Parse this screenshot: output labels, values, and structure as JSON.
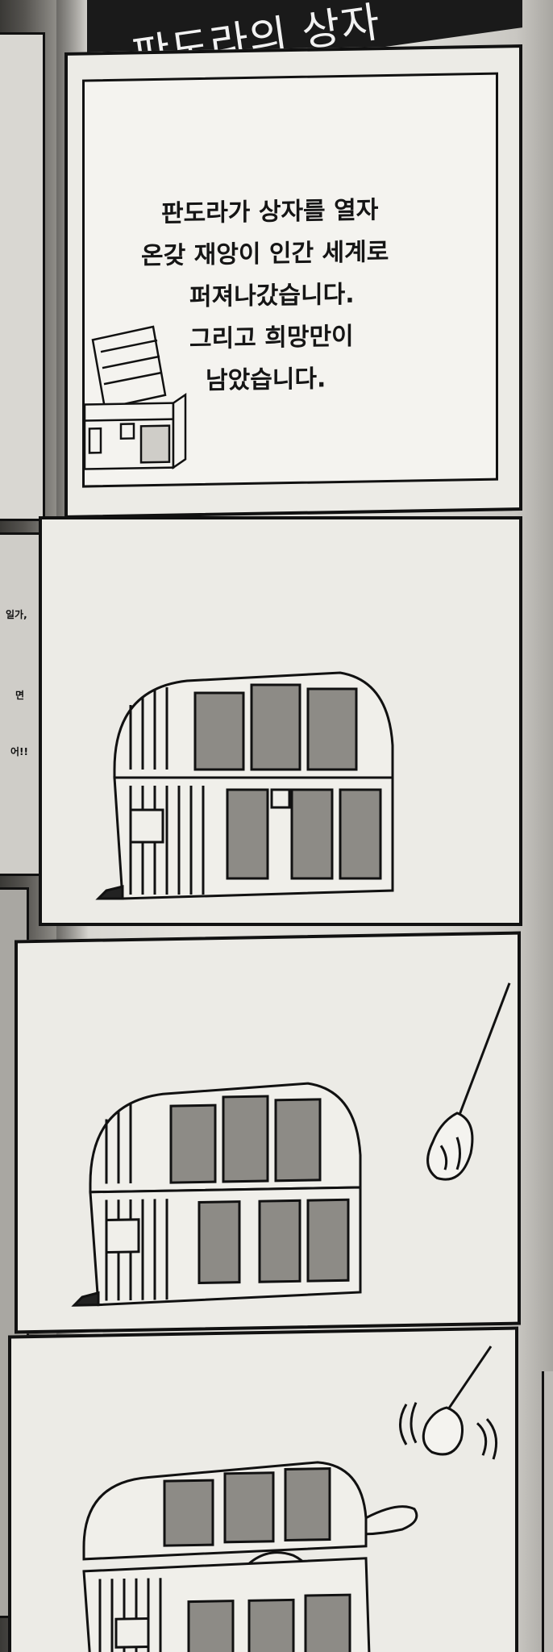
{
  "title": "판도라의 상자",
  "narration": {
    "lines": [
      "판도라가 상자를 열자",
      "온갖 재앙이 인간 세계로",
      "퍼져나갔습니다.",
      "그리고 희망만이",
      "남았습니다."
    ]
  },
  "left_page_fragments": [
    "일가,",
    "면",
    "어!!"
  ]
}
